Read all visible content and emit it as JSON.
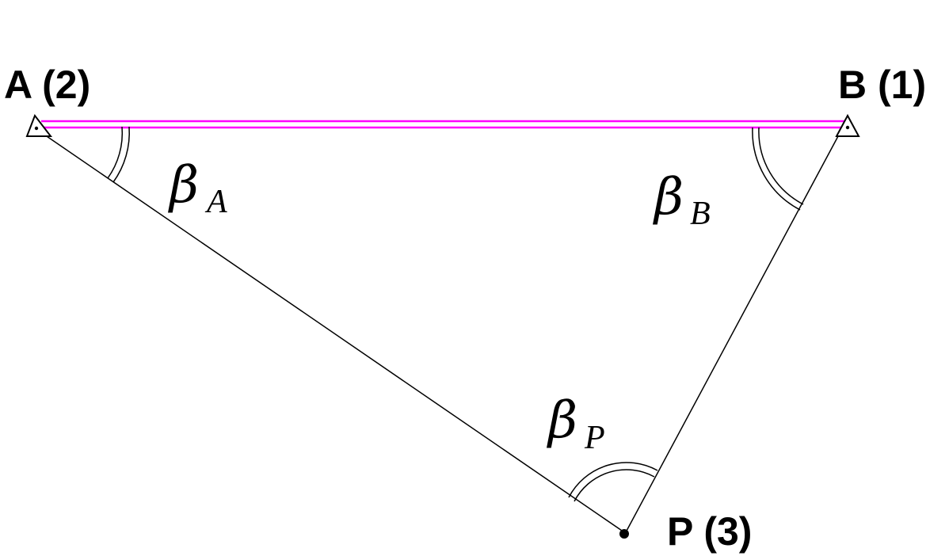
{
  "points": {
    "A": {
      "label": "A (2)"
    },
    "B": {
      "label": "B (1)"
    },
    "P": {
      "label": "P (3)"
    }
  },
  "angles": {
    "A": {
      "symbol": "β",
      "subscript": "A"
    },
    "B": {
      "symbol": "β",
      "subscript": "B"
    },
    "P": {
      "symbol": "β",
      "subscript": "P"
    }
  },
  "colors": {
    "baseline": "#ff00ff",
    "lines": "#000000",
    "background": "#ffffff"
  }
}
